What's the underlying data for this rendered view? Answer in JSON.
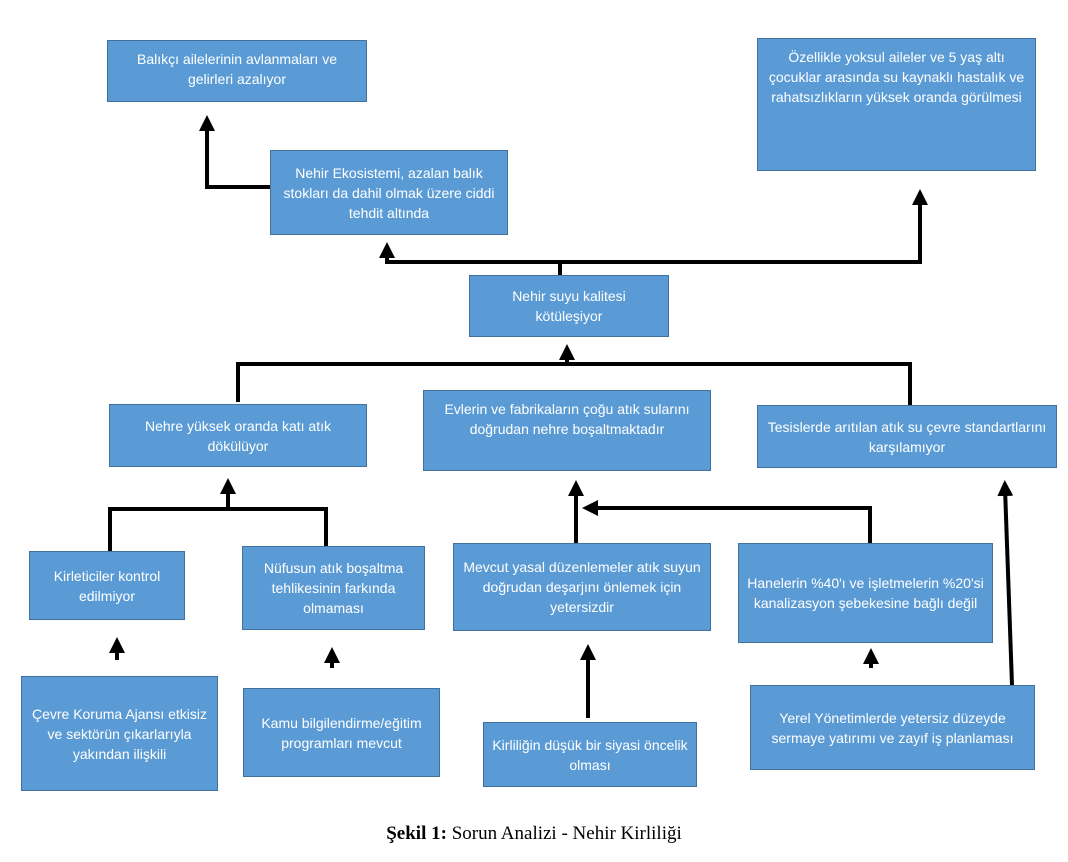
{
  "boxes": {
    "fishing_families": "Balıkçı ailelerinin avlanmaları ve gelirleri azalıyor",
    "illness": "Özellikle yoksul aileler ve 5 yaş altı çocuklar arasında su kaynaklı hastalık ve rahatsızlıkların yüksek oranda görülmesi",
    "ecosystem": "Nehir Ekosistemi, azalan balık stokları da dahil olmak üzere ciddi tehdit altında",
    "water_quality": "Nehir suyu kalitesi kötüleşiyor",
    "solid_waste": "Nehre yüksek oranda katı atık dökülüyor",
    "direct_discharge": "Evlerin ve fabrikaların çoğu atık sularını doğrudan nehre boşaltmaktadır",
    "treatment_standards": "Tesislerde arıtılan atık su çevre standartlarını karşılamıyor",
    "polluters": "Kirleticiler kontrol edilmiyor",
    "awareness": "Nüfusun atık boşaltma tehlikesinin farkında olmaması",
    "regulations": "Mevcut yasal düzenlemeler atık suyun doğrudan deşarjını önlemek için yetersizdir",
    "sewerage": "Hanelerin %40'ı ve işletmelerin %20'si kanalizasyon şebekesine bağlı değil",
    "epa": "Çevre Koruma Ajansı etkisiz ve sektörün çıkarlarıyla yakından ilişkili",
    "public_programs": "Kamu bilgilendirme/eğitim programları mevcut",
    "low_priority": "Kirliliğin düşük bir siyasi öncelik olması",
    "local_gov": "Yerel Yönetimlerde yetersiz düzeyde sermaye yatırımı ve zayıf iş planlaması"
  },
  "caption": {
    "label": "Şekil 1:",
    "text": "Sorun Analizi - Nehir Kirliliği"
  }
}
